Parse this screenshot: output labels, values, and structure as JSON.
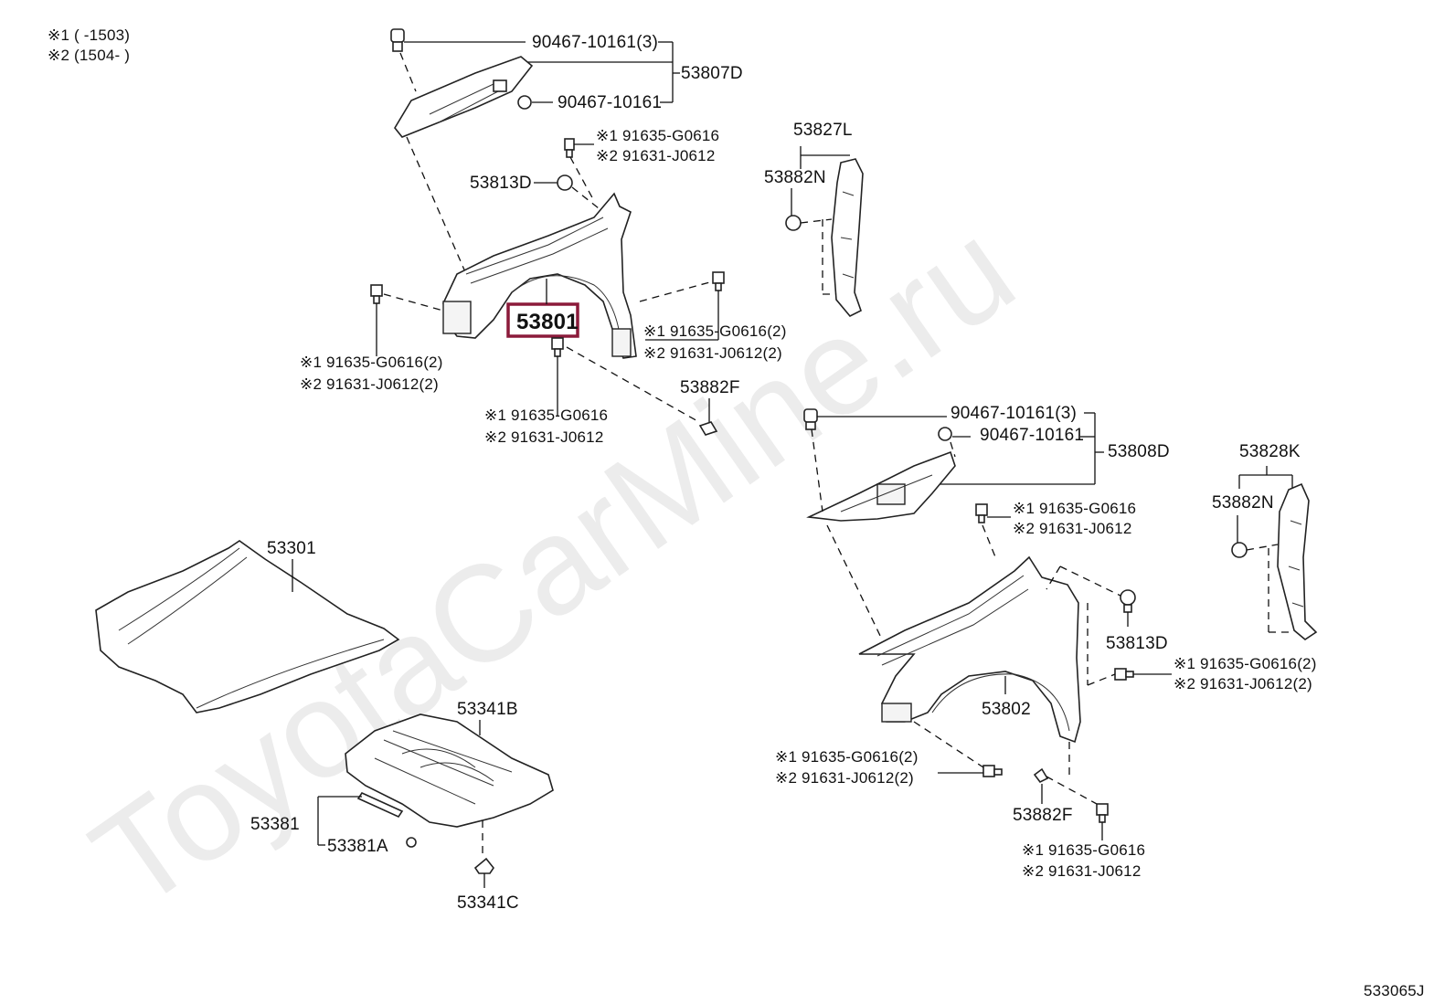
{
  "watermark": "ToyotaCarMine.ru",
  "legend": {
    "line1": "※1 (        -1503)",
    "line2": "※2 (1504-        )"
  },
  "diagram_id": "533065J",
  "labels": {
    "p90467_10161_3_top": "90467-10161(3)",
    "p53807D": "53807D",
    "p90467_10161_top": "90467-10161",
    "p1_top_a": "※1 91635-G0616",
    "p2_top_a": "※2 91631-J0612",
    "p53813D_top": "53813D",
    "p53827L": "53827L",
    "p53882N_top": "53882N",
    "p53801": "53801",
    "p1_rt_2": "※1 91635-G0616(2)",
    "p2_rt_2": "※2 91631-J0612(2)",
    "p1_lt_2": "※1 91635-G0616(2)",
    "p2_lt_2": "※2 91631-J0612(2)",
    "p53882F_top": "53882F",
    "p1_bot_a": "※1 91635-G0616",
    "p2_bot_a": "※2 91631-J0612",
    "p90467_10161_3_mid": "90467-10161(3)",
    "p90467_10161_mid": "90467-10161",
    "p53808D": "53808D",
    "p53828K": "53828K",
    "p53882N_right": "53882N",
    "p1_mid_a": "※1 91635-G0616",
    "p2_mid_a": "※2 91631-J0612",
    "p53301": "53301",
    "p53813D_right": "53813D",
    "p1_r2": "※1 91635-G0616(2)",
    "p2_r2": "※2 91631-J0612(2)",
    "p53341B": "53341B",
    "p53802": "53802",
    "p1_b2": "※1 91635-G0616(2)",
    "p2_b2": "※2 91631-J0612(2)",
    "p53381": "53381",
    "p53381A": "53381A",
    "p53882F_bot": "53882F",
    "p1_bb": "※1 91635-G0616",
    "p2_bb": "※2 91631-J0612",
    "p53341C": "53341C"
  },
  "highlight_color": "#8b1a3a"
}
